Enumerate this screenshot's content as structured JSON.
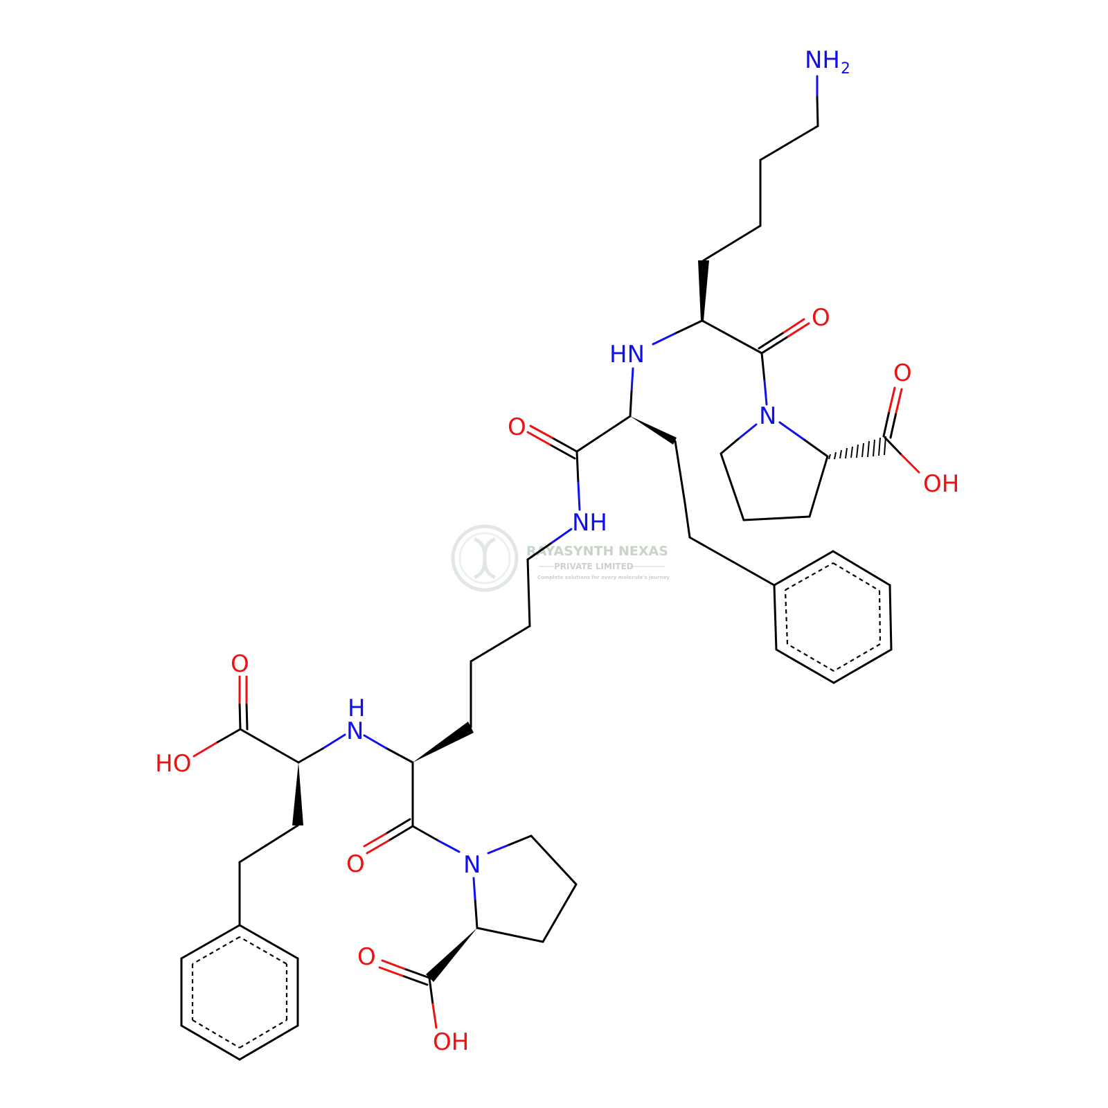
{
  "atom_labels": {
    "nh2": "NH",
    "nh2_sub": "2",
    "o_ketone_top": "O",
    "hn_top": "HN",
    "o_acid_top": "O",
    "o_amide_mid": "O",
    "n_pro_top": "N",
    "oh_top": "OH",
    "nh_mid": "NH",
    "o_left_acid": "O",
    "h_left": "H",
    "n_left": "N",
    "ho_left": "HO",
    "o_lower": "O",
    "n_pro_bottom": "N",
    "o_acid_bottom": "O",
    "oh_bottom": "OH"
  },
  "watermark": {
    "line1": "RAYASYNTH NEXAS",
    "line2": "PRIVATE LIMITED",
    "line3": "Complete solutions for every molecule's journey"
  },
  "colors": {
    "carbon": "#000000",
    "nitrogen": "#1010ee",
    "oxygen": "#ee1111",
    "watermark": "#c9d4c9"
  }
}
